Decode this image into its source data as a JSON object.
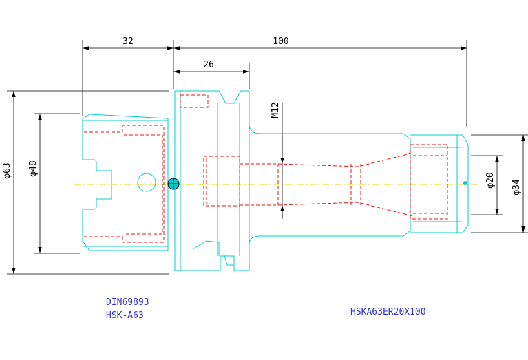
{
  "title_block": {
    "standard": "DIN69893",
    "interface": "HSK-A63",
    "part_number": "HSKA63ER20X100"
  },
  "dimensions": {
    "flange_length": "32",
    "gauge_length": "100",
    "shank_length": "26",
    "thread": "M12",
    "flange_diameter": "φ63",
    "hsk_diameter": "φ48",
    "collet_bore": "φ20",
    "nut_diameter": "φ34"
  },
  "colors": {
    "outline": "#00cccc",
    "hidden": "#ee1111",
    "dimension": "#000000",
    "centerline": "#dddd00",
    "note_text": "#3333cc"
  }
}
